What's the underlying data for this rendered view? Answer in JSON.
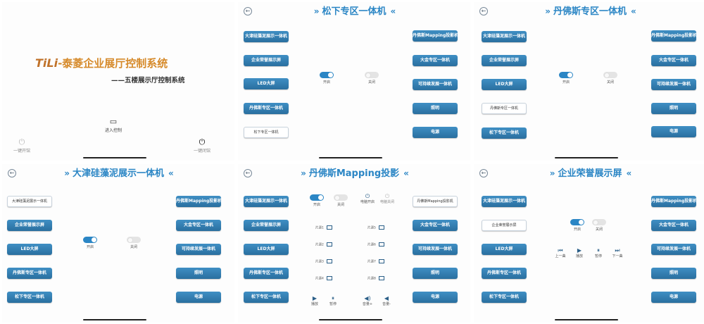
{
  "welcome": {
    "logo_brand": "TiLi",
    "logo_text": "-泰菱企业展厅控制系统",
    "subtitle": "——五楼展示厅控制系统",
    "enter_label": "进入控制",
    "power_on_label": "一键开馆",
    "power_off_label": "一键闭馆"
  },
  "common": {
    "title_deco_left": "»",
    "title_deco_right": "«",
    "toggle_on": "开启",
    "toggle_off": "关闭",
    "left_buttons": [
      "大津硅藻泥展示一体机",
      "企业荣誉展示屏",
      "LED大屏",
      "丹佛斯专区一体机",
      "松下专区一体机"
    ],
    "right_buttons": [
      "丹佛斯Mapping投影机",
      "大金专区一体机",
      "可持续发展一体机",
      "照明",
      "电源"
    ]
  },
  "screens": {
    "panasonic": {
      "title": "松下专区一体机"
    },
    "danfoss": {
      "title": "丹佛斯专区一体机"
    },
    "dajin": {
      "title": "大津硅藻泥展示一体机"
    },
    "mapping": {
      "title": "丹佛斯Mapping投影",
      "pc_on": "电脑开启",
      "pc_off": "电脑关闭",
      "channels_left": [
        "片源1",
        "片源2",
        "片源3",
        "片源4"
      ],
      "channels_right": [
        "片源5",
        "片源6",
        "片源7",
        "片源8"
      ],
      "play": "播放",
      "pause": "暂停",
      "vol_up": "音量+",
      "vol_down": "音量-"
    },
    "honor": {
      "title": "企业荣誉展示屏",
      "prev": "上一曲",
      "play": "播放",
      "pause": "暂停",
      "next": "下一曲"
    }
  }
}
